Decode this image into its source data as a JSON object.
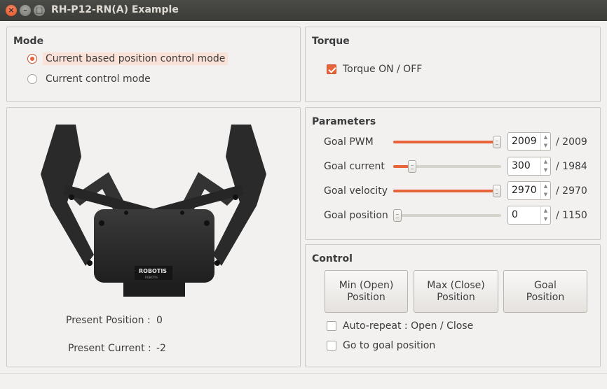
{
  "window": {
    "title": "RH-P12-RN(A) Example",
    "close_glyph": "×",
    "min_glyph": "–",
    "max_glyph": "□"
  },
  "mode": {
    "title": "Mode",
    "options": [
      {
        "label": "Current based position control mode",
        "selected": true
      },
      {
        "label": "Current control mode",
        "selected": false
      }
    ]
  },
  "torque": {
    "title": "Torque",
    "checkbox_label": "Torque ON / OFF",
    "checked": true
  },
  "parameters": {
    "title": "Parameters",
    "rows": [
      {
        "label": "Goal PWM",
        "value": "2009",
        "max": "/ 2009",
        "fraction": 1.0
      },
      {
        "label": "Goal current",
        "value": "300",
        "max": "/ 1984",
        "fraction": 0.151
      },
      {
        "label": "Goal velocity",
        "value": "2970",
        "max": "/ 2970",
        "fraction": 1.0
      },
      {
        "label": "Goal position",
        "value": "0",
        "max": "/ 1150",
        "fraction": 0.0
      }
    ]
  },
  "control": {
    "title": "Control",
    "buttons": [
      {
        "line1": "Min (Open)",
        "line2": "Position"
      },
      {
        "line1": "Max (Close)",
        "line2": "Position"
      },
      {
        "line1": "Goal",
        "line2": "Position"
      }
    ],
    "auto_repeat_label": "Auto-repeat : Open / Close",
    "go_to_goal_label": "Go to goal position"
  },
  "status": {
    "present_position_label": "Present Position :",
    "present_position_value": "0",
    "present_current_label": "Present Current :",
    "present_current_value": "-2"
  },
  "gripper": {
    "brand": "ROBOTIS",
    "sub": "ROBOTIS"
  },
  "colors": {
    "accent": "#e8643a",
    "titlebar": "#3c3b37",
    "body": "#2b2b2b"
  }
}
